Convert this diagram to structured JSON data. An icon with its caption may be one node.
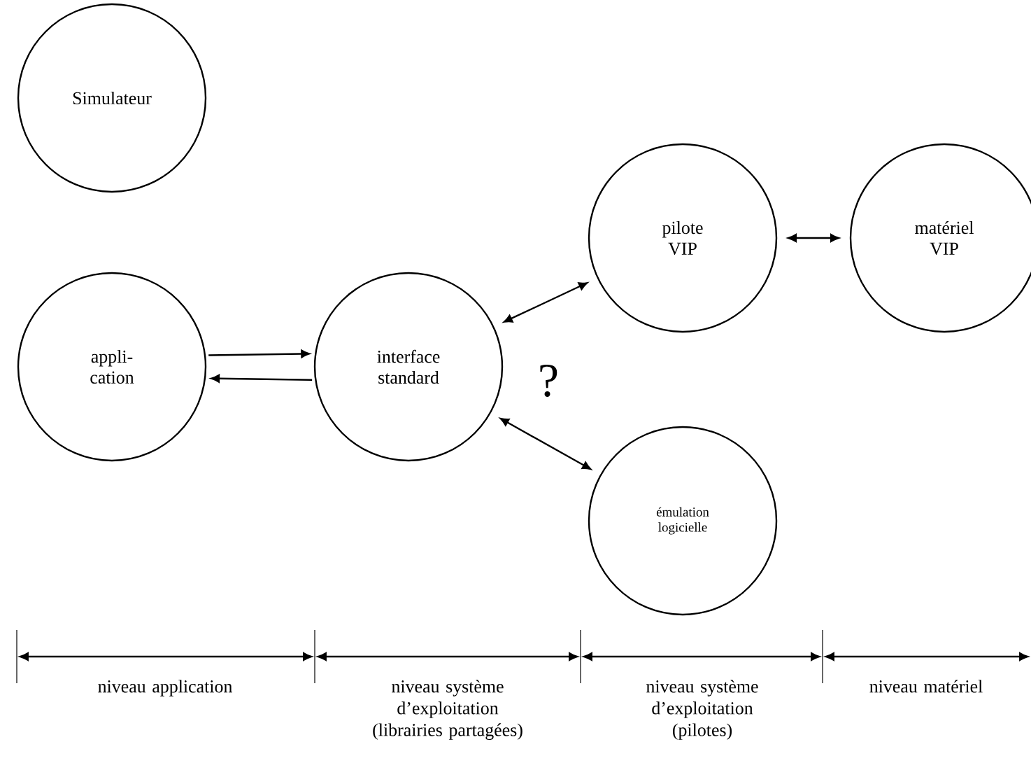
{
  "diagram": {
    "nodes": [
      {
        "text": [
          "Simulateur"
        ]
      },
      {
        "text": [
          "appli- cation"
        ]
      },
      {
        "text": [
          "interface standard"
        ]
      },
      {
        "text": [
          "pilote VIP"
        ]
      },
      {
        "text": [
          "matériel VIP"
        ]
      },
      {
        "text": [
          "émulation logicielle"
        ]
      }
    ],
    "edges": [
      {
        "from": 1,
        "to": 2,
        "arrow": "to"
      },
      {
        "from": 2,
        "to": 1,
        "arrow": "to"
      },
      {
        "from": 2,
        "to": 3,
        "arrow": "both"
      },
      {
        "from": 2,
        "to": 5,
        "arrow": "both"
      },
      {
        "from": 3,
        "to": 4,
        "arrow": "both"
      }
    ],
    "labels": [
      "?",
      "niveau application",
      "niveau système d’exploitation (librairies partagées)",
      "niveau système d’exploitation (pilotes)",
      "niveau matériel"
    ]
  }
}
